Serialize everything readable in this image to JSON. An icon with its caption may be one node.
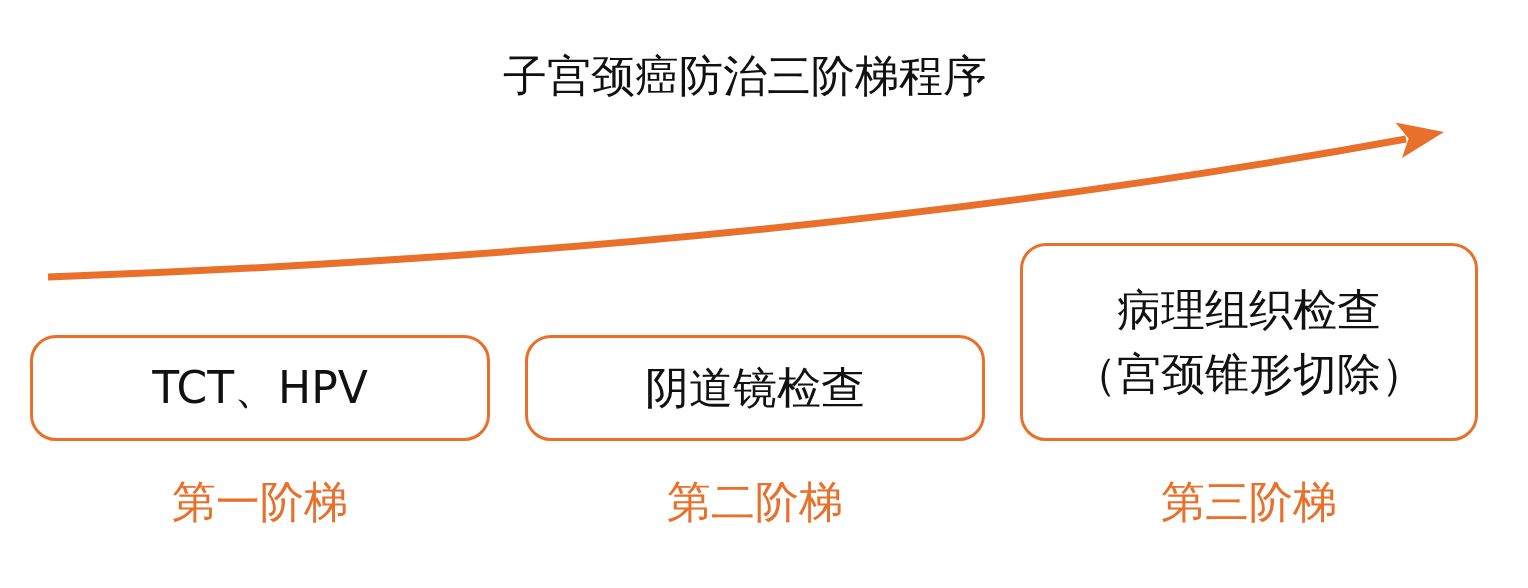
{
  "diagram": {
    "title": "子宫颈癌防治三阶梯程序",
    "nodes": [
      {
        "text": [
          "TCT、HPV"
        ],
        "beside": [
          "第一阶梯"
        ]
      },
      {
        "text": [
          "阴道镜检查"
        ],
        "beside": [
          "第二阶梯"
        ]
      },
      {
        "text": [
          "病理组织检查",
          "（宫颈锥形切除）"
        ],
        "beside": [
          "第三阶梯"
        ]
      }
    ]
  }
}
